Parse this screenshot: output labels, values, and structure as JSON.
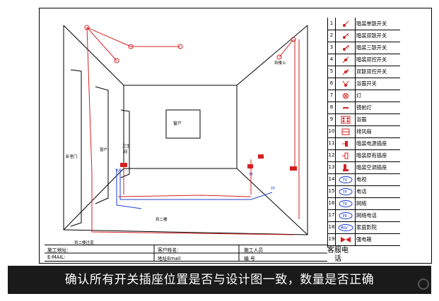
{
  "drawing": {
    "labels": {
      "window": "窗户",
      "door_main": "窗户",
      "door_left": "卧室门",
      "bathroom_line1": "卫生",
      "bathroom_line2": "间",
      "upstairs": "到楼上",
      "to_second_floor": "到二楼",
      "to_second_floor_passage": "到二楼过道",
      "tel_mark": "TP",
      "tv_mark": "TV",
      "tel_mark2": "TP"
    }
  },
  "legend": [
    {
      "num": "1",
      "icon": "single-switch-icon",
      "label": "暗装单联开关"
    },
    {
      "num": "2",
      "icon": "double-switch-icon",
      "label": "暗装双联开关"
    },
    {
      "num": "3",
      "icon": "triple-switch-icon",
      "label": "暗装三联开关"
    },
    {
      "num": "4",
      "icon": "two-way-switch-icon",
      "label": "暗装双控开关"
    },
    {
      "num": "5",
      "icon": "double-two-way-switch-icon",
      "label": "双联双控开关"
    },
    {
      "num": "6",
      "icon": "bath-heater-switch-icon",
      "label": "浴霸开关"
    },
    {
      "num": "7",
      "icon": "lamp-icon",
      "label": "灯"
    },
    {
      "num": "8",
      "icon": "mirror-light-icon",
      "label": "镜前灯"
    },
    {
      "num": "9",
      "icon": "bath-heater-icon",
      "label": "浴霸"
    },
    {
      "num": "10",
      "icon": "exhaust-fan-icon",
      "label": "排风扇"
    },
    {
      "num": "11",
      "icon": "power-socket-icon",
      "label": "暗装电源插座"
    },
    {
      "num": "12",
      "icon": "existing-socket-icon",
      "label": "暗装原有插座"
    },
    {
      "num": "13",
      "icon": "ac-socket-icon",
      "label": "暗装空调插座"
    },
    {
      "num": "14",
      "icon": "tv-icon",
      "label": "电视"
    },
    {
      "num": "15",
      "icon": "telephone-icon",
      "label": "电话"
    },
    {
      "num": "16",
      "icon": "network-icon",
      "label": "网络"
    },
    {
      "num": "17",
      "icon": "network-phone-icon",
      "label": "网络电话"
    },
    {
      "num": "18",
      "icon": "home-theater-icon",
      "label": "家庭影院"
    },
    {
      "num": "19",
      "icon": "power-box-icon",
      "label": "强电箱"
    }
  ],
  "legend_icon_text": {
    "tv": "TV",
    "tel": "TP",
    "net": "TD",
    "netphone": "PD",
    "theater": "MUV"
  },
  "titleblock": {
    "site_address": "施工地址:",
    "customer_name": "客户姓名:",
    "constructor": "施工人员",
    "email": "E-MAIL:",
    "email_value": "地址Email",
    "number": "编    号"
  },
  "service": "客服电话",
  "caption": "确认所有开关插座位置是否与设计图一致，数量是否正确",
  "colors": {
    "red": "#d42020",
    "blue": "#1f3fd0",
    "black": "#000000"
  }
}
